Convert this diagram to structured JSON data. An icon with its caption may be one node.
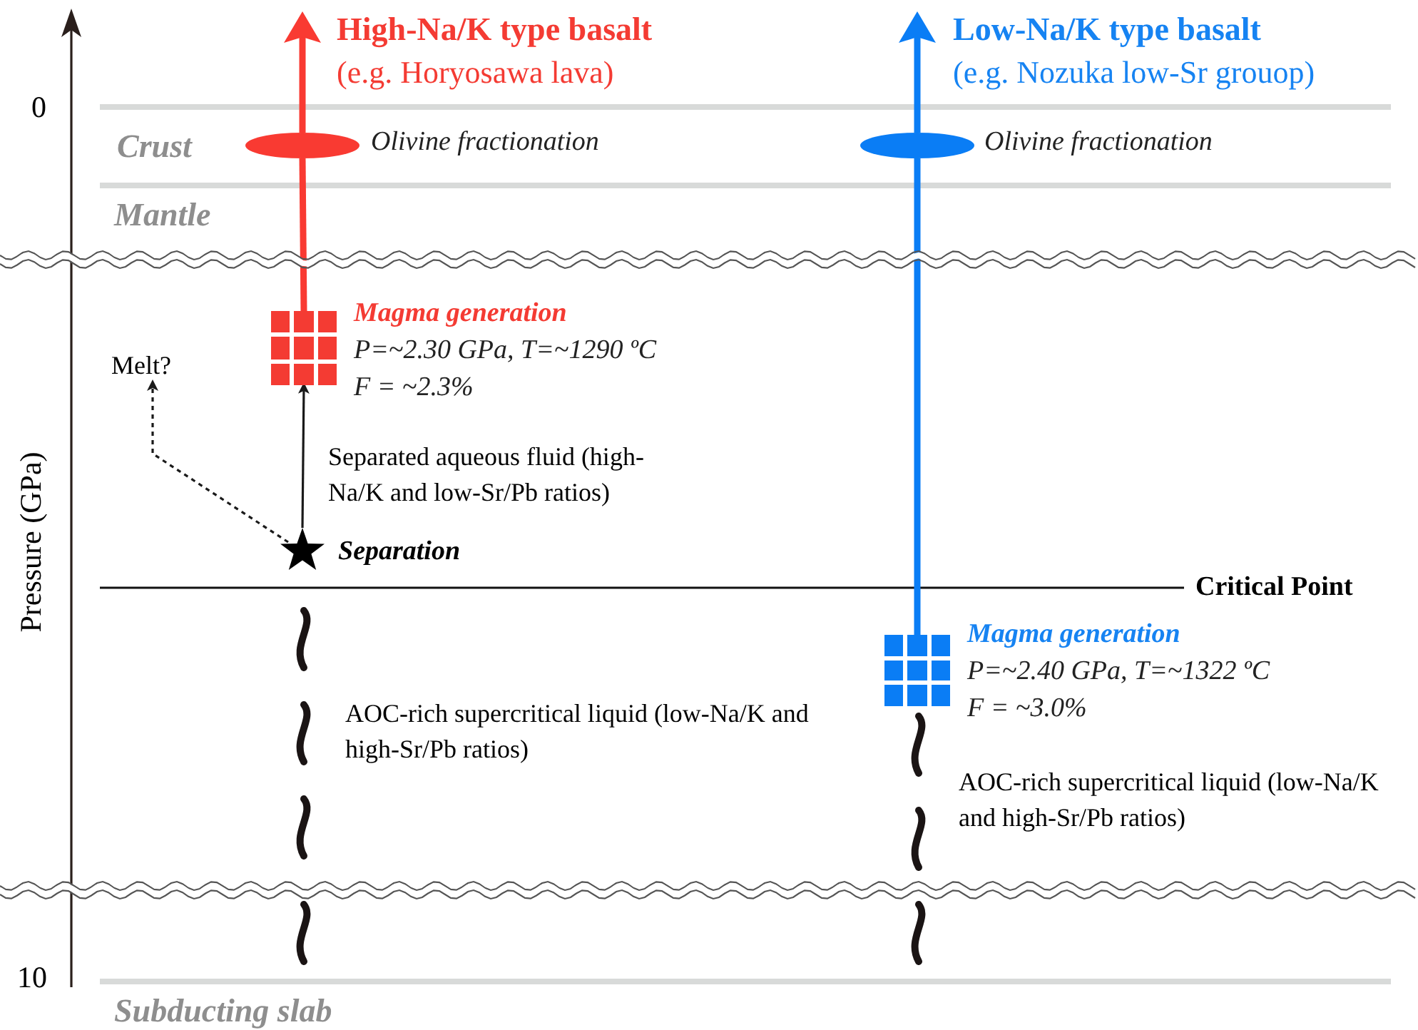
{
  "diagram": {
    "nodes": [
      {
        "text": [],
        "shape": "grid",
        "beside": [
          "Magma generation",
          "P=~2.30 GPa, T=~1290 ºC",
          "F = ~2.3%"
        ]
      },
      {
        "text": [],
        "shape": "ellipse",
        "beside": [
          "Olivine fractionation"
        ]
      },
      {
        "text": [],
        "shape": "grid",
        "beside": [
          "Magma generation",
          "P=~2.40 GPa, T=~1322 ºC",
          "F = ~3.0%"
        ]
      },
      {
        "text": [],
        "shape": "ellipse",
        "beside": [
          "Olivine fractionation"
        ]
      },
      {
        "text": [],
        "shape": "star",
        "beside": [
          "Separation"
        ]
      },
      {
        "text": [
          "Melt?"
        ]
      }
    ],
    "edges": [
      {
        "from": 0,
        "to": 1,
        "arrow": "none",
        "color": "#f93a32"
      },
      {
        "from": 1,
        "to": null,
        "arrow": "to",
        "color": "#f93a32"
      },
      {
        "from": 2,
        "to": 3,
        "arrow": "none",
        "color": "#0a7df5"
      },
      {
        "from": 3,
        "to": null,
        "arrow": "to",
        "color": "#0a7df5"
      },
      {
        "from": 4,
        "to": 0,
        "arrow": "to",
        "color": "#1a1a1a"
      },
      {
        "from": 4,
        "to": 5,
        "arrow": "to",
        "style": "dashed",
        "color": "#1a1a1a"
      }
    ],
    "labels": [
      "High-Na/K type basalt",
      "(e.g. Horyosawa lava)",
      "Low-Na/K type basalt",
      "(e.g. Nozuka low-Sr grouop)",
      "0",
      "Crust",
      "Mantle",
      "Pressure (GPa)",
      "Separated aqueous fluid (high-Na/K and low-Sr/Pb ratios)",
      "Critical Point",
      "AOC-rich supercritical liquid (low-Na/K and high-Sr/Pb ratios)",
      "AOC-rich supercritical liquid (low-Na/K and high-Sr/Pb ratios)",
      "10",
      "Subducting slab"
    ]
  }
}
